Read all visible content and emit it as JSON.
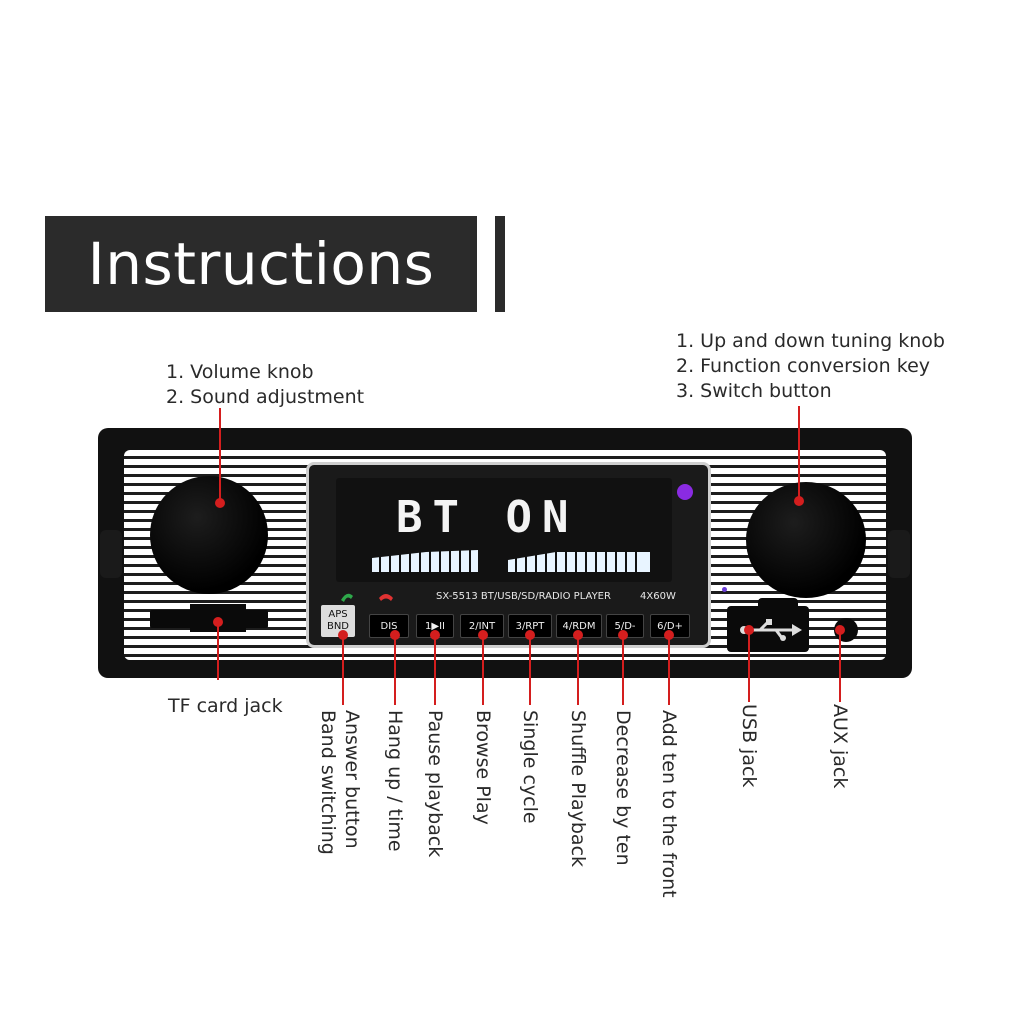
{
  "header": {
    "title": "Instructions"
  },
  "notes": {
    "left": [
      "1. Volume knob",
      "2. Sound adjustment"
    ],
    "right": [
      "1. Up and down tuning knob",
      "2. Function conversion key",
      "3. Switch button"
    ]
  },
  "radio": {
    "display_text": "BT ON",
    "model_line": "SX-5513  BT/USB/SD/RADIO PLAYER",
    "power": "4X60W",
    "buttons": {
      "aps_top": "APS",
      "aps_bottom": "BND",
      "dis": "DIS",
      "b1": "1▶II",
      "b2": "2/INT",
      "b3": "3/RPT",
      "b4": "4/RDM",
      "b5": "5/D-",
      "b6": "6/D+"
    }
  },
  "labels": {
    "tf": "TF card jack",
    "answer": [
      "Answer button",
      "Band switching"
    ],
    "hangup": "Hang up / time",
    "pause": "Pause playback",
    "browse": "Browse Play",
    "single": "Single cycle",
    "shuffle": "Shuffle Playback",
    "decrease": "Decrease by ten",
    "add": "Add ten to the front",
    "usb": "USB jack",
    "aux": "AUX jack"
  },
  "colors": {
    "accent": "#d41e1e",
    "header_bg": "#2b2b2b"
  }
}
